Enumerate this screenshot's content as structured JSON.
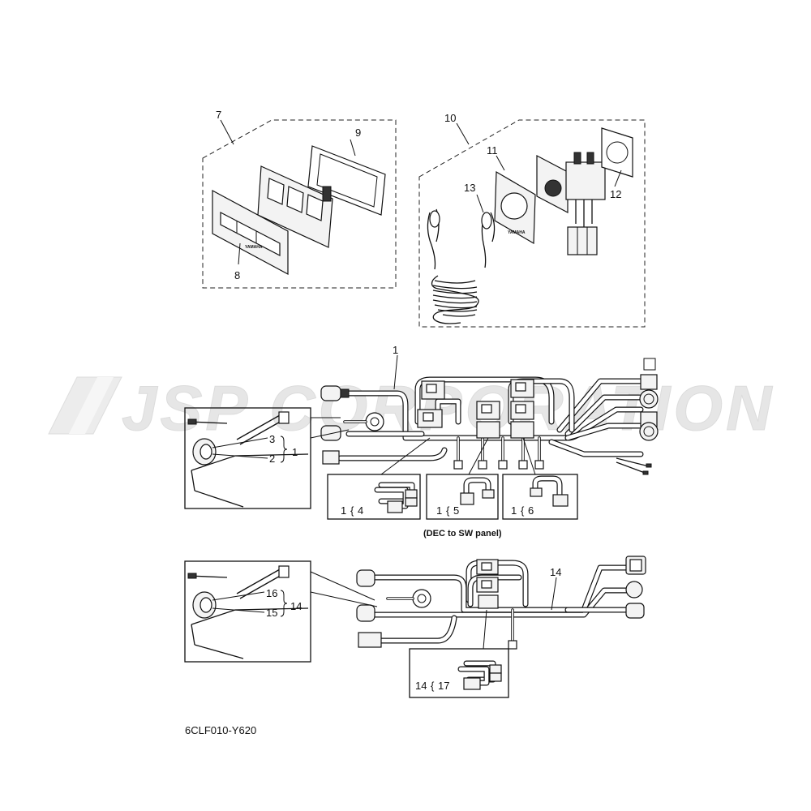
{
  "watermark": {
    "text": "JSP CORPORATION"
  },
  "callouts": {
    "c1a": "1",
    "c2": "2",
    "c3": "3",
    "c1b": "1",
    "c4": "4",
    "c5": "5",
    "c6": "6",
    "c1c": "1",
    "c1d": "1",
    "c1e": "1",
    "c7": "7",
    "c8": "8",
    "c9": "9",
    "c10": "10",
    "c11": "11",
    "c12": "12",
    "c13": "13",
    "c14a": "14",
    "c14b": "14",
    "c14c": "14",
    "c15": "15",
    "c16": "16",
    "c17": "17"
  },
  "caption_dec": "(DEC to SW panel)",
  "drawing_code": "6CLF010-Y620",
  "brand_mark": "YAMAHA",
  "colors": {
    "line": "#111111",
    "watermark": "#e6e6e6",
    "background": "#ffffff"
  }
}
